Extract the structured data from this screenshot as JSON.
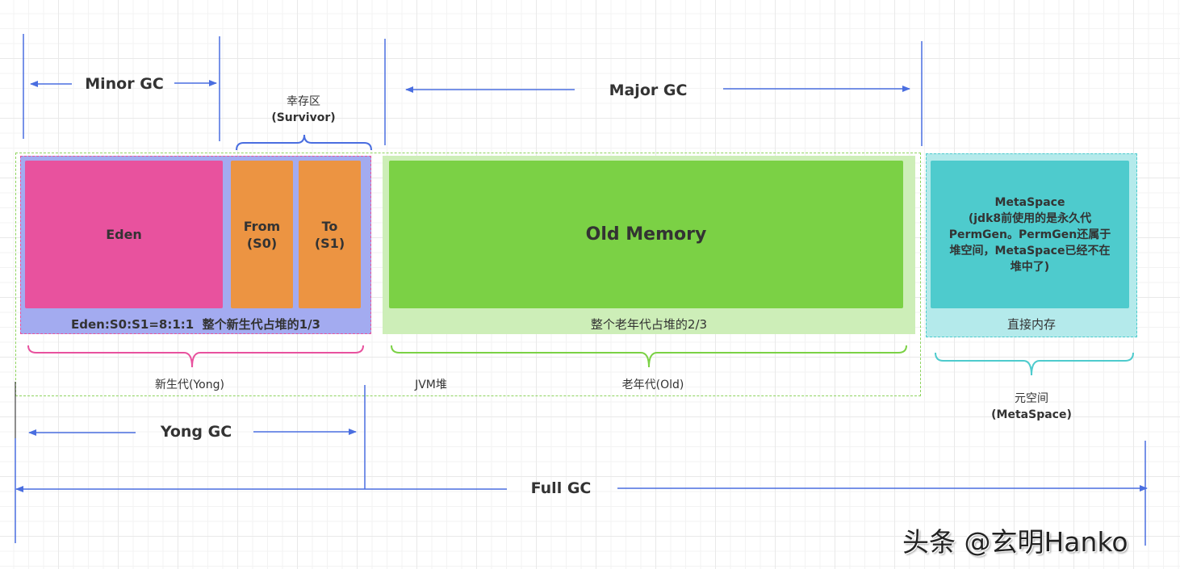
{
  "colors": {
    "arrow": "#4a6ee0",
    "eden": "#e8529e",
    "survivor": "#ec9442",
    "young_bg": "#a3abf0",
    "young_border": "#e8529e",
    "old_fill": "#7bd145",
    "old_bg": "#cdeeb8",
    "heap_border": "#8fd45f",
    "meta_fill": "#4ecbcd",
    "meta_bg": "#b4eaeb",
    "meta_border": "#4ecbcd"
  },
  "gc_labels": {
    "minor": "Minor GC",
    "major": "Major GC",
    "yong": "Yong GC",
    "full": "Full GC"
  },
  "survivor_brace": {
    "line1": "幸存区",
    "line2": "(Survivor)"
  },
  "young": {
    "eden": "Eden",
    "from_line1": "From",
    "from_line2": "(S0)",
    "to_line1": "To",
    "to_line2": "(S1)",
    "caption": "Eden:S0:S1=8:1:1  整个新生代占堆的1/3",
    "brace_label": "新生代(Yong)"
  },
  "old": {
    "title": "Old Memory",
    "caption": "整个老年代占堆的2/3",
    "brace_label": "老年代(Old)"
  },
  "heap_label": "JVM堆",
  "meta": {
    "line1": "MetaSpace",
    "line2": "(jdk8前使用的是永久代",
    "line3": "PermGen。PermGen还属于",
    "line4": "堆空间，MetaSpace已经不在",
    "line5": "堆中了)",
    "caption": "直接内存",
    "brace_line1": "元空间",
    "brace_line2": "(MetaSpace)"
  },
  "watermark": "头条 @玄明Hanko"
}
